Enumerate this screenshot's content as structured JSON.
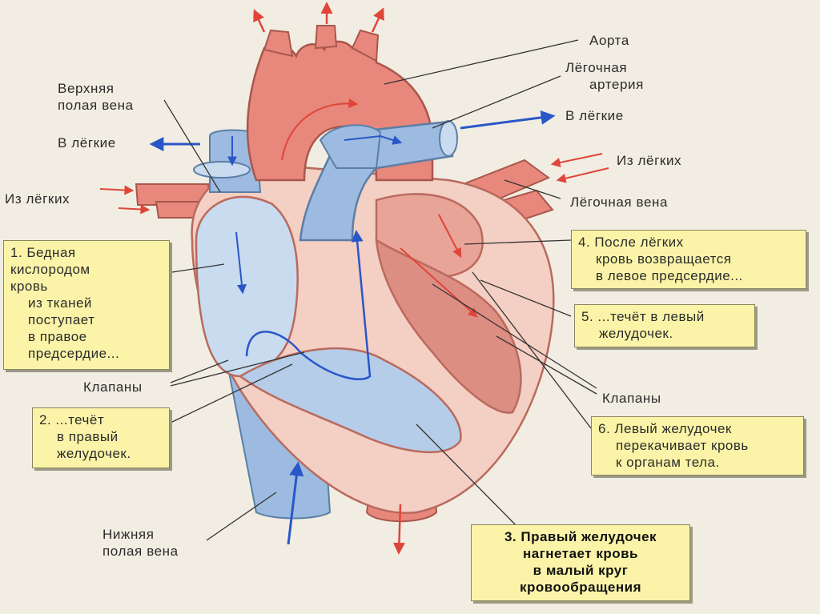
{
  "labels": {
    "aorta": "Аорта",
    "pulmonary_artery": [
      "Лёгочная",
      "артерия"
    ],
    "to_lungs_right": "В лёгкие",
    "from_lungs_right": "Из лёгких",
    "pulmonary_vein": "Лёгочная вена",
    "superior_vena_cava": [
      "Верхняя",
      "полая вена"
    ],
    "to_lungs_left": "В лёгкие",
    "from_lungs_left": "Из лёгких",
    "valves_left": "Клапаны",
    "valves_right": "Клапаны",
    "inferior_vena_cava": [
      "Нижняя",
      "полая вена"
    ]
  },
  "steps": [
    {
      "lines": [
        "1. Бедная",
        "кислородом",
        "кровь",
        "  из тканей",
        "  поступает",
        "  в правое",
        "  предсердие..."
      ]
    },
    {
      "lines": [
        "2. ...течёт",
        "   в правый",
        "   желудочек."
      ]
    },
    {
      "lines": [
        "3.  Правый желудочек",
        "нагнетает кровь",
        "в малый круг",
        "кровообращения"
      ]
    },
    {
      "lines": [
        "4. После лёгких",
        "   кровь возвращается",
        "   в левое предсердие..."
      ]
    },
    {
      "lines": [
        "5. ...течёт в левый",
        "   желудочек."
      ]
    },
    {
      "lines": [
        "6. Левый желудочек",
        "   перекачивает кровь",
        "   к органам тела."
      ]
    }
  ],
  "colors": {
    "oxygen_poor": "#9dbbe0",
    "oxygen_rich": "#e8877b",
    "blue_arrow": "#2a56c8",
    "red_arrow": "#e0453a",
    "note_fill": "#fbf4a8"
  }
}
